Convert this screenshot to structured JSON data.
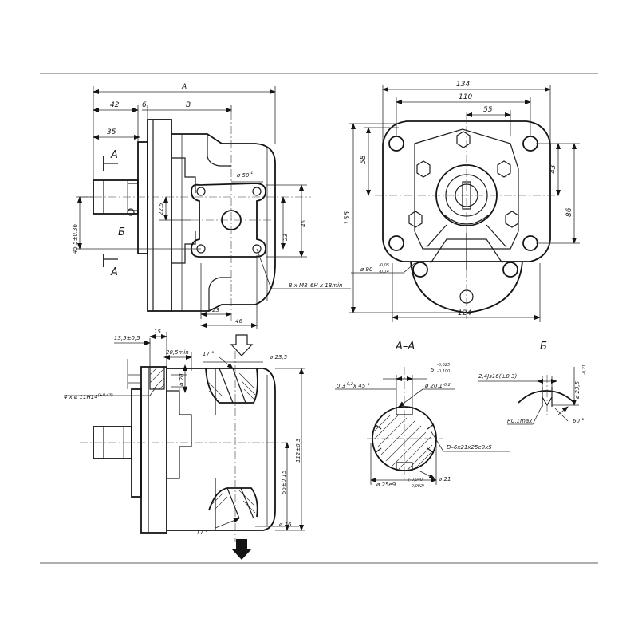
{
  "views": {
    "section_aa_title": "А–А",
    "section_b_title": "Б"
  },
  "labels": {
    "section_a_top": "А",
    "section_a_bottom": "А",
    "view_b": "Б"
  },
  "dims": {
    "A": "A",
    "B": "B",
    "d42": "42",
    "d6": "6",
    "d35": "35",
    "d45_5": "45,5±0,36",
    "d22_5": "22,5",
    "d50": "ø 50",
    "d50_tol": "-1",
    "d23a": "23",
    "d46a": "46",
    "d23b": "23",
    "d46b": "46",
    "thread": "8 x M8–6H x 18min",
    "d134": "134",
    "d110": "110",
    "d55": "55",
    "d58": "58",
    "d155": "155",
    "d43": "43",
    "d86": "86",
    "d90": "ø 90",
    "d90_up": "-0,05",
    "d90_lo": "-0,14",
    "d124": "124",
    "d13_5": "13,5±0,5",
    "d15": "15",
    "d20_5": "20,5min",
    "d20": "ø 20",
    "d17a": "17 °",
    "d23_5": "ø 23,5",
    "d4x11": "4 x ø 11H14",
    "d4x11_tol": "(+0,43)",
    "d112": "112±0,3",
    "d56": "56±0,15",
    "d17b": "17 °",
    "d16": "ø 16",
    "d0_3": "0,3",
    "d0_3_tol": "-0,2",
    "d0_3_suffix": "x 45 °",
    "d5": "5",
    "d5_up": "-0,025",
    "d5_lo": "-0,100",
    "d20_1": "ø 20,1",
    "d20_1_tol": "-0,2",
    "spline": "D–6x21x25e9x5",
    "d25e9": "ø 25e9",
    "d25e9_up": "(-0,040",
    "d25e9_lo": "-0,092)",
    "d21": "ø 21",
    "d2_4": "2,4Js16(±0,3)",
    "d23_5b": "ø 23,5",
    "d23_5b_tol": "-0,21",
    "r0_1": "R0,1max",
    "d60": "60 °"
  }
}
